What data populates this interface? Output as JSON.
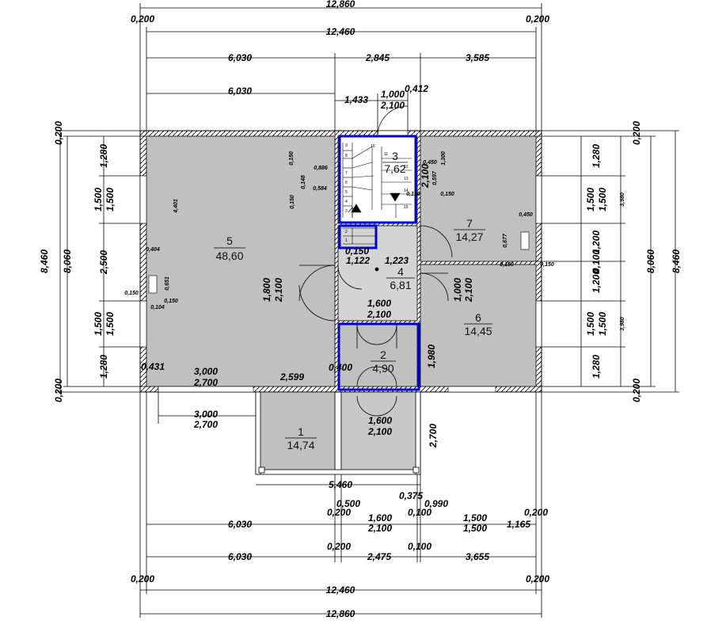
{
  "rooms": [
    {
      "number": "1",
      "area": "14,74"
    },
    {
      "number": "2",
      "area": "4,90"
    },
    {
      "number": "3",
      "area": "7,62"
    },
    {
      "number": "4",
      "area": "6,81"
    },
    {
      "number": "5",
      "area": "48,60"
    },
    {
      "number": "6",
      "area": "14,45"
    },
    {
      "number": "7",
      "area": "14,27"
    }
  ],
  "top_dims": {
    "total_outer": "12,860",
    "left_offset": "0,200",
    "right_offset": "0,200",
    "total_inner": "12,460",
    "seg_left": "6,030",
    "seg_mid": "2,845",
    "seg_right": "3,585",
    "seg_left2": "6,030",
    "d_1433": "1,433",
    "d_1000": "1,000",
    "d_0412": "0,412",
    "d_2100": "2,100"
  },
  "bottom_dims": {
    "seg_left": "6,030",
    "off_200a": "0,200",
    "d_1600": "1,600",
    "d_2100": "2,100",
    "off_100a": "0,100",
    "d_1500a": "1,500",
    "d_1500b": "1,500",
    "d_1165": "1,165",
    "off_200b": "0,200",
    "d_0500": "0,500",
    "d_0990": "0,990",
    "d_0375": "0,375",
    "d_5460": "5,460",
    "seg_left2": "6,030",
    "off_200c": "0,200",
    "d_2475": "2,475",
    "off_100b": "0,100",
    "d_3655": "3,655",
    "left_offset": "0,200",
    "right_offset": "0,200",
    "total_inner": "12,460",
    "total_outer": "12,860"
  },
  "left_dims": {
    "off_top": "0,200",
    "total_outer": "8,460",
    "total_inner": "8,060",
    "off_bottom": "0,200",
    "d_1280a": "1,280",
    "d_1500a": "1,500",
    "d_1500b": "1,500",
    "d_2500": "2,500",
    "d_1500c": "1,500",
    "d_1500d": "1,500",
    "d_1280b": "1,280"
  },
  "right_dims": {
    "off_top": "0,200",
    "total_outer": "8,460",
    "total_inner": "8,060",
    "off_bottom": "0,200",
    "d_1280a": "1,280",
    "d_1500a": "1,500",
    "d_1500b": "1,500",
    "d_3980a": "3,980",
    "d_1200a": "1,200",
    "d_0100": "0,100",
    "d_1200b": "1,200",
    "d_1500c": "1,500",
    "d_1500d": "1,500",
    "d_3980b": "3,980",
    "d_1280b": "1,280"
  },
  "interior_dims": {
    "d_4401": "4,401",
    "d_0404": "0,404",
    "d_0651": "0,651",
    "d_0150a": "0,150",
    "d_0150b": "0,150",
    "d_0104": "0,104",
    "d_1800": "1,800",
    "d_2100a": "2,100",
    "d_0431": "0,431",
    "d_3000a": "3,000",
    "d_2700a": "2,700",
    "d_2599": "2,599",
    "d_0400": "0,400",
    "d_3000b": "3,000",
    "d_2700b": "2,700",
    "d_1122": "1,122",
    "d_0150c": "0,150",
    "d_1223": "1,223",
    "d_1600a": "1,600",
    "d_2100b": "2,100",
    "d_1980": "1,980",
    "d_1000": "1,000",
    "d_2100c": "2,100",
    "d_1600b": "1,600",
    "d_2100d": "2,100",
    "d_2700c": "2,700",
    "d_0886": "0,886",
    "d_0584": "0,584",
    "d_0150d": "0,150",
    "d_0148": "0,148",
    "d_0150e": "0,150",
    "d_0450a": "0,450",
    "d_2100e": "2,100",
    "d_1300": "1,300",
    "d_0597": "0,597",
    "d_0150f": "0,150",
    "d_0150g": "0,150",
    "d_0450b": "0,450",
    "d_0677": "0,677",
    "d_0150h": "0,150",
    "d_0150i": "0,150"
  },
  "stair_numbers": [
    "1",
    "2",
    "3",
    "4",
    "5",
    "6",
    "7",
    "8",
    "9",
    "10",
    "11",
    "12",
    "13",
    "14",
    "15"
  ],
  "colors": {
    "floor_fill": "#c0c0c0",
    "corridor_fill": "#d4d4d4",
    "stair_fill": "#ffffff",
    "wall_stroke": "#000000",
    "highlight": "#0000cc"
  }
}
